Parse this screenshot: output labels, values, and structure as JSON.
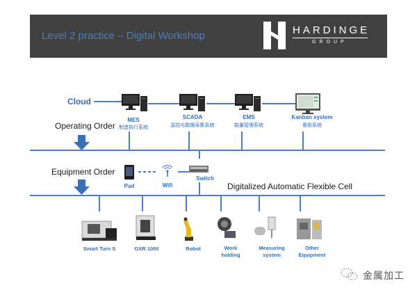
{
  "header": {
    "title": "Level 2 practice – Digital Workshop",
    "logo_word": "HARDINGE",
    "logo_sub": "GROUP"
  },
  "labels": {
    "cloud": "Cloud",
    "operating_order": "Operating Order",
    "equipment_order": "Equipment Order",
    "cell_title": "Digitalized Automatic Flexible Cell"
  },
  "systems": [
    {
      "name": "MES",
      "sub": "制造执行系统",
      "icon": "desktop-computer-icon"
    },
    {
      "name": "SCADA",
      "sub": "监控与数据采集系统",
      "icon": "desktop-computer-icon"
    },
    {
      "name": "EMS",
      "sub": "能量管理系统",
      "icon": "desktop-computer-icon"
    },
    {
      "name": "Kanban system",
      "sub": "看板系统",
      "icon": "monitor-dashboard-icon"
    }
  ],
  "network": [
    {
      "name": "Pad",
      "icon": "tablet-icon"
    },
    {
      "name": "Wifi",
      "icon": "wifi-icon"
    },
    {
      "name": "Switch",
      "icon": "network-switch-icon"
    }
  ],
  "equipment": [
    {
      "name": "Smart  Turn S",
      "icon": "cnc-lathe-icon"
    },
    {
      "name": "GXR 1000",
      "icon": "machining-center-icon"
    },
    {
      "name": "Robot",
      "icon": "robot-arm-icon"
    },
    {
      "name": "Work\nholding",
      "line1": "Work",
      "line2": "holding",
      "icon": "chuck-icon"
    },
    {
      "name": "Measuring\nsystem",
      "line1": "Measuring",
      "line2": "system",
      "icon": "probe-icon"
    },
    {
      "name": "Other\nEquipment",
      "line1": "Other",
      "line2": "Equipment",
      "icon": "equipment-icon"
    }
  ],
  "watermark": {
    "text": "金属加工",
    "icon": "wechat-icon"
  },
  "colors": {
    "accent": "#2f6fc0",
    "line": "#4a7ec4",
    "banner": "#404040",
    "title": "#4f7fb8"
  }
}
